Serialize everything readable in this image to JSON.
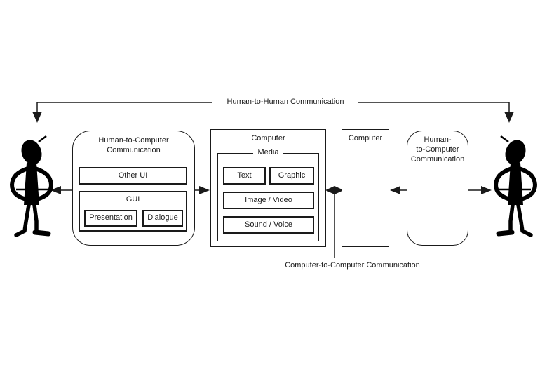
{
  "colors": {
    "background": "#ffffff",
    "ink": "#1a1a1a"
  },
  "top_connector": {
    "label": "Human-to-Human Communication"
  },
  "bottom_connector": {
    "label": "Computer-to-Computer Communication"
  },
  "left_panel": {
    "title_lines": [
      "Human-to-Computer",
      "Communication"
    ],
    "other_ui_label": "Other UI",
    "gui_label": "GUI",
    "presentation_label": "Presentation",
    "dialogue_label": "Dialogue"
  },
  "media_panel": {
    "title": "Computer",
    "media_label": "Media",
    "text_label": "Text",
    "graphic_label": "Graphic",
    "image_video_label": "Image / Video",
    "sound_voice_label": "Sound / Voice"
  },
  "computer_panel": {
    "title": "Computer"
  },
  "right_panel": {
    "title_lines": [
      "Human-",
      "to-Computer",
      "Communication"
    ]
  },
  "icons": {
    "left_human": "stick-figure-person",
    "right_human": "stick-figure-person"
  }
}
